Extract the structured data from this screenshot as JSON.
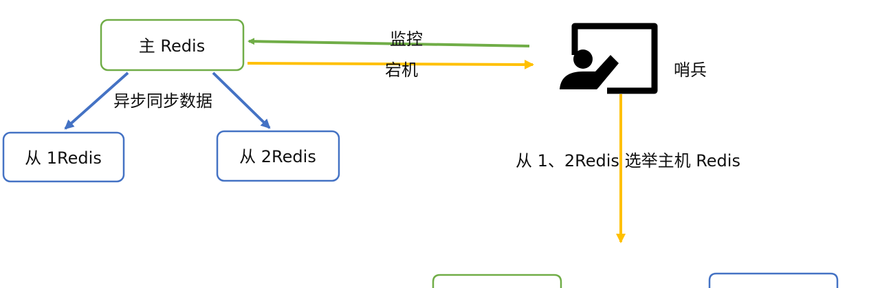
{
  "nodes": {
    "master": "主 Redis",
    "slave1": "从 1Redis",
    "slave2": "从 2Redis",
    "sentinel": "哨兵",
    "bottom_left": "",
    "bottom_right": ""
  },
  "edges": {
    "monitor": "监控",
    "down": "宕机",
    "async_sync": "异步同步数据",
    "elect": "从 1、2Redis 选举主机 Redis"
  },
  "icons": {
    "sentinel": "presenter-board-icon"
  },
  "colors": {
    "green": "#70ad47",
    "blue": "#4472c4",
    "yellow": "#ffc000",
    "black": "#000000"
  }
}
